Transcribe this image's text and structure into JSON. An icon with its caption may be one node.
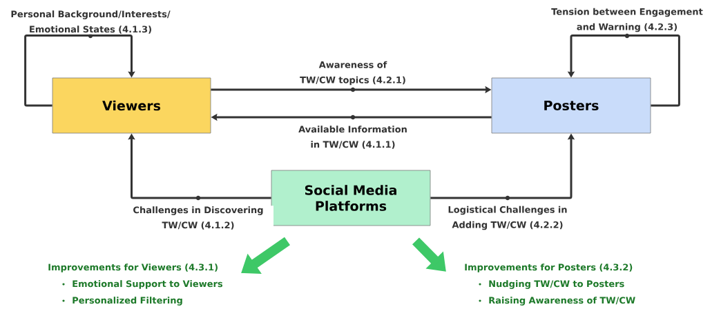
{
  "diagram": {
    "nodes": [
      {
        "text": [
          "Viewers"
        ]
      },
      {
        "text": [
          "Posters"
        ]
      },
      {
        "text": [
          "Social Media Platforms"
        ]
      },
      {
        "text": [
          "Improvements for Viewers (4.3.1)",
          "Emotional Support to Viewers",
          "Personalized Filtering"
        ]
      },
      {
        "text": [
          "Improvements for Posters (4.3.2)",
          "Nudging TW/CW to Posters",
          "Raising Awareness of TW/CW"
        ]
      }
    ],
    "edges": [
      {
        "from": 0,
        "to": 0,
        "arrow": "to",
        "label": "Personal Background/Interests/ Emotional States (4.1.3)"
      },
      {
        "from": 0,
        "to": 1,
        "arrow": "to",
        "label": "Awareness of TW/CW topics (4.2.1)"
      },
      {
        "from": 1,
        "to": 0,
        "arrow": "to",
        "label": "Available Information in TW/CW (4.1.1)"
      },
      {
        "from": 1,
        "to": 1,
        "arrow": "to",
        "label": "Tension between Engagement and Warning (4.2.3)"
      },
      {
        "from": 2,
        "to": 0,
        "arrow": "to",
        "label": "Challenges in Discovering TW/CW (4.1.2)"
      },
      {
        "from": 2,
        "to": 1,
        "arrow": "to",
        "label": "Logistical Challenges in Adding TW/CW (4.2.2)"
      },
      {
        "from": 2,
        "to": 3,
        "arrow": "to",
        "style": "thick",
        "color": "#3ec867"
      },
      {
        "from": 2,
        "to": 4,
        "arrow": "to",
        "style": "thick",
        "color": "#3ec867"
      }
    ]
  }
}
